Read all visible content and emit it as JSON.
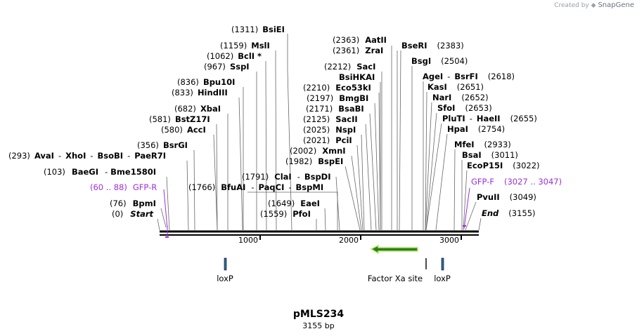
{
  "credit": {
    "prefix": "Created by",
    "brand": "SnapGene"
  },
  "plasmid": {
    "name": "pMLS234",
    "length_label": "3155 bp",
    "length": 3155
  },
  "ticks": [
    "1000",
    "2000",
    "3000"
  ],
  "enzymes": [
    {
      "pos": "(1311)",
      "name": "BsiEI",
      "bp": 1311
    },
    {
      "pos": "(1159)",
      "name": "MslI",
      "bp": 1159
    },
    {
      "pos": "(1062)",
      "name": "BclI *",
      "bp": 1062
    },
    {
      "pos": "(967)",
      "name": "SspI",
      "bp": 967
    },
    {
      "pos": "(836)",
      "name": "Bpu10I",
      "bp": 836
    },
    {
      "pos": "(833)",
      "name": "HindIII",
      "bp": 833
    },
    {
      "pos": "(682)",
      "name": "XbaI",
      "bp": 682
    },
    {
      "pos": "(581)",
      "name": "BstZ17I",
      "bp": 581
    },
    {
      "pos": "(580)",
      "name": "AccI",
      "bp": 580
    },
    {
      "pos": "(356)",
      "name": "BsrGI",
      "bp": 356
    },
    {
      "pos": "(293)",
      "name": "AvaI",
      "extra": [
        "XhoI",
        "BsoBI",
        "PaeR7I"
      ],
      "bp": 293
    },
    {
      "pos": "(103)",
      "name": "BaeGI",
      "extra": [
        "Bme1580I"
      ],
      "bp": 103
    },
    {
      "pos": "(76)",
      "name": "BpmI",
      "bp": 76
    },
    {
      "pos": "(0)",
      "name": "Start",
      "italic": true,
      "bp": 0
    },
    {
      "pos": "(1766)",
      "name": "BfuAI",
      "extra": [
        "PaqCI",
        "BspMI"
      ],
      "bp": 1766
    },
    {
      "pos": "(1791)",
      "name": "ClaI",
      "extra": [
        "BspDI"
      ],
      "bp": 1791
    },
    {
      "pos": "(1649)",
      "name": "EaeI",
      "bp": 1649
    },
    {
      "pos": "(1559)",
      "name": "PfoI",
      "bp": 1559
    },
    {
      "pos": "(2363)",
      "name": "AatII",
      "bp": 2363
    },
    {
      "pos": "(2361)",
      "name": "ZraI",
      "bp": 2361
    },
    {
      "pos": "(2212)",
      "name": "SacI",
      "bp": 2212
    },
    {
      "pos": "",
      "name": "BsiHKAI",
      "bp": 2212
    },
    {
      "pos": "(2210)",
      "name": "Eco53kI",
      "bp": 2210
    },
    {
      "pos": "(2197)",
      "name": "BmgBI",
      "bp": 2197
    },
    {
      "pos": "(2171)",
      "name": "BsaBI",
      "bp": 2171
    },
    {
      "pos": "(2125)",
      "name": "SacII",
      "bp": 2125
    },
    {
      "pos": "(2025)",
      "name": "NspI",
      "bp": 2025
    },
    {
      "pos": "(2021)",
      "name": "PciI",
      "bp": 2021
    },
    {
      "pos": "(2002)",
      "name": "XmnI",
      "bp": 2002
    },
    {
      "pos": "(1982)",
      "name": "BspEI",
      "bp": 1982
    },
    {
      "pos": "(2383)",
      "name": "BseRI",
      "posAfter": true,
      "bp": 2383
    },
    {
      "pos": "(2504)",
      "name": "BsgI",
      "posAfter": true,
      "bp": 2504
    },
    {
      "pos": "(2618)",
      "name": "AgeI",
      "extra": [
        "BsrFI"
      ],
      "posAfter": true,
      "bp": 2618
    },
    {
      "pos": "(2651)",
      "name": "KasI",
      "posAfter": true,
      "bp": 2651
    },
    {
      "pos": "(2652)",
      "name": "NarI",
      "posAfter": true,
      "bp": 2652
    },
    {
      "pos": "(2653)",
      "name": "SfoI",
      "posAfter": true,
      "bp": 2653
    },
    {
      "pos": "(2655)",
      "name": "PluTI",
      "extra": [
        "HaeII"
      ],
      "posAfter": true,
      "bp": 2655
    },
    {
      "pos": "(2754)",
      "name": "HpaI",
      "posAfter": true,
      "bp": 2754
    },
    {
      "pos": "(2933)",
      "name": "MfeI",
      "posAfter": true,
      "bp": 2933
    },
    {
      "pos": "(3011)",
      "name": "BsaI",
      "posAfter": true,
      "bp": 3011
    },
    {
      "pos": "(3022)",
      "name": "EcoP15I",
      "posAfter": true,
      "bp": 3022
    },
    {
      "pos": "(3049)",
      "name": "PvuII",
      "posAfter": true,
      "bp": 3049
    },
    {
      "pos": "(3155)",
      "name": "End",
      "italic": true,
      "posAfter": true,
      "bp": 3155
    }
  ],
  "primers": [
    {
      "range": "(60 .. 88)",
      "name": "GFP-R",
      "start": 60,
      "end": 88
    },
    {
      "range": "(3027 .. 3047)",
      "name": "GFP-F",
      "start": 3027,
      "end": 3047
    }
  ],
  "features": [
    {
      "name": "loxP",
      "bp": 650
    },
    {
      "name": "Factor Xa site",
      "bp": 2656
    },
    {
      "name": "loxP",
      "bp": 2830
    }
  ],
  "colors": {
    "primer": "#9b30d9",
    "arrow_fill": "#2e7d1a",
    "arrow_outline": "#b5e86b",
    "lox": "#2a6ea6"
  }
}
